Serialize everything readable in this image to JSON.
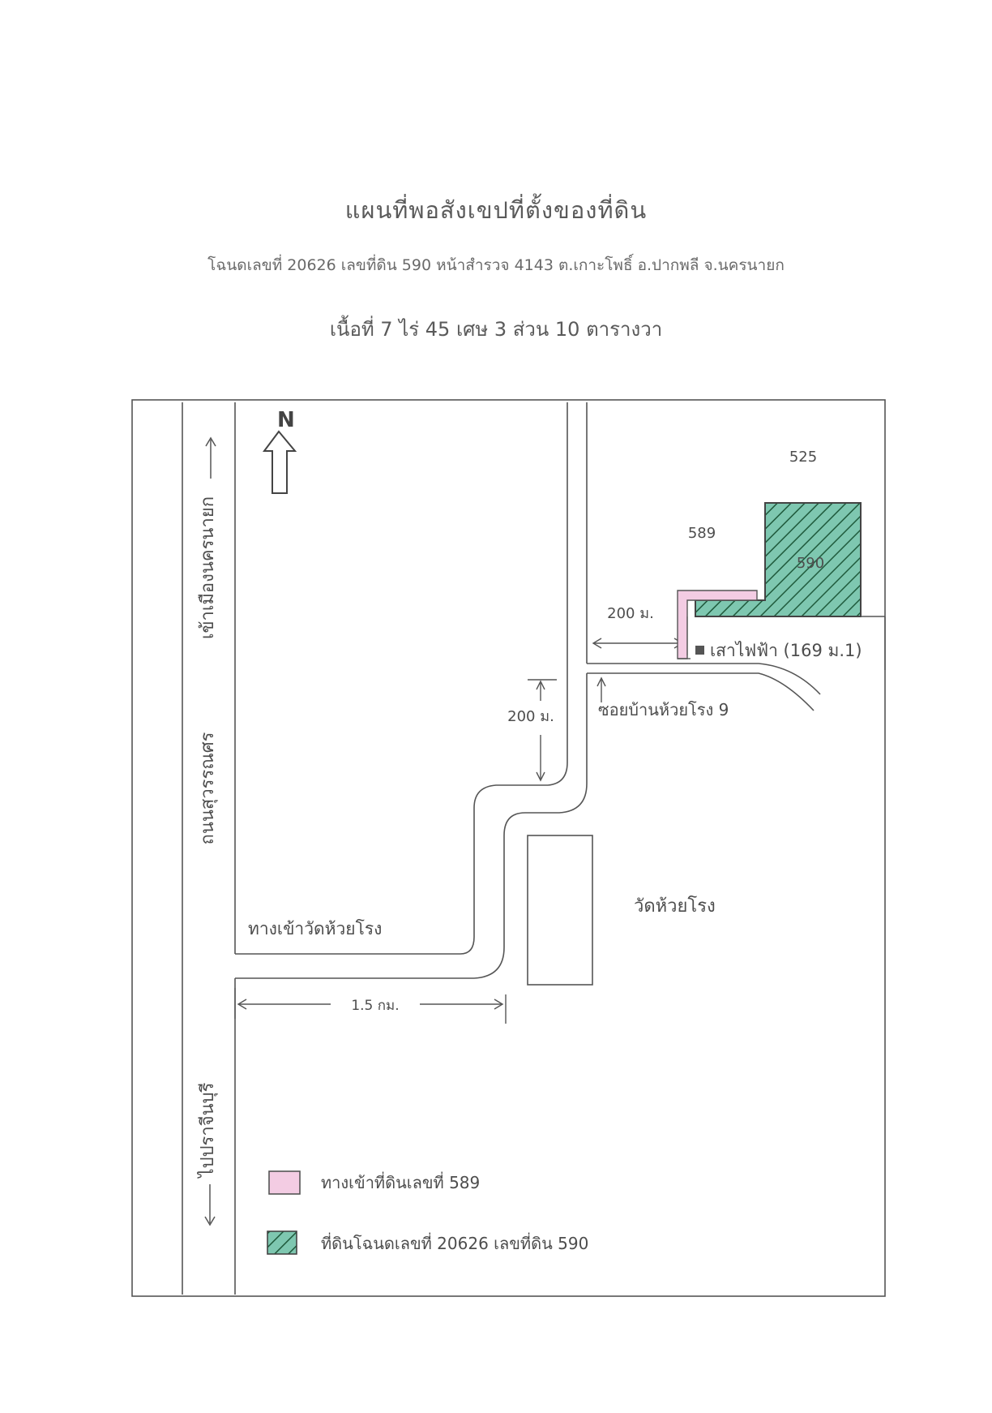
{
  "header": {
    "title": "แผนที่พอสังเขปที่ตั้งของที่ดิน",
    "deed_line": "โฉนดเลขที่ 20626 เลขที่ดิน 590 หน้าสำรวจ 4143 ต.เกาะโพธิ์ อ.ปากพลี จ.นครนายก",
    "area_line": "เนื้อที่ 7 ไร่ 45 เศษ 3 ส่วน 10 ตารางวา"
  },
  "map": {
    "north": "N",
    "road_main_north": "เข้าเมืองนครนายก",
    "road_main_name": "ถนนสุวรรณศร",
    "road_main_south": "ไปปราจีนบุรี",
    "temple_road": "ทางเข้าวัดห้วยโรง",
    "dist_temple_road": "1.5 กม.",
    "dist_soi_north": "200 ม.",
    "dist_soi_east": "200 ม.",
    "soi_name": "ซอยบ้านห้วยโรง 9",
    "pole": "เสาไฟฟ้า (169 ม.1)",
    "temple": "วัดห้วยโรง",
    "parcel_525": "525",
    "parcel_589": "589",
    "parcel_590": "590"
  },
  "legend": [
    {
      "label": "ทางเข้าที่ดินเลขที่  589",
      "swatch": "access"
    },
    {
      "label": "ที่ดินโฉนดเลขที่ 20626 เลขที่ดิน  590",
      "swatch": "parcel"
    }
  ],
  "colors": {
    "access": "#f3cce3",
    "parcel": "#7ec7b0",
    "hatch": "#1f5a3c",
    "ink": "#4a4a4a"
  }
}
